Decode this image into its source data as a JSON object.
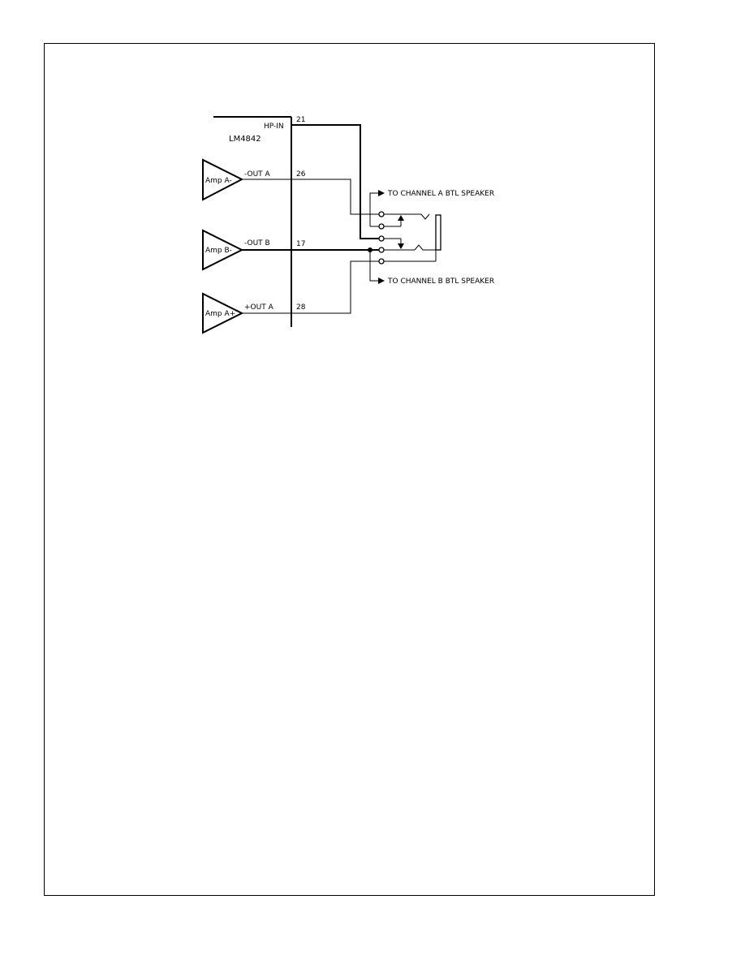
{
  "chip": {
    "name": "LM4842"
  },
  "pins": {
    "hp_in": {
      "label": "HP-IN",
      "number": "21"
    },
    "out_a_neg": {
      "label": "-OUT A",
      "number": "26"
    },
    "out_b_neg": {
      "label": "-OUT B",
      "number": "17"
    },
    "out_a_pos": {
      "label": "+OUT A",
      "number": "28"
    }
  },
  "amplifiers": [
    {
      "label": "Amp A-"
    },
    {
      "label": "Amp B-"
    },
    {
      "label": "Amp A+"
    }
  ],
  "speakers": {
    "channel_a": "TO CHANNEL A BTL SPEAKER",
    "channel_b": "TO CHANNEL B BTL SPEAKER"
  }
}
